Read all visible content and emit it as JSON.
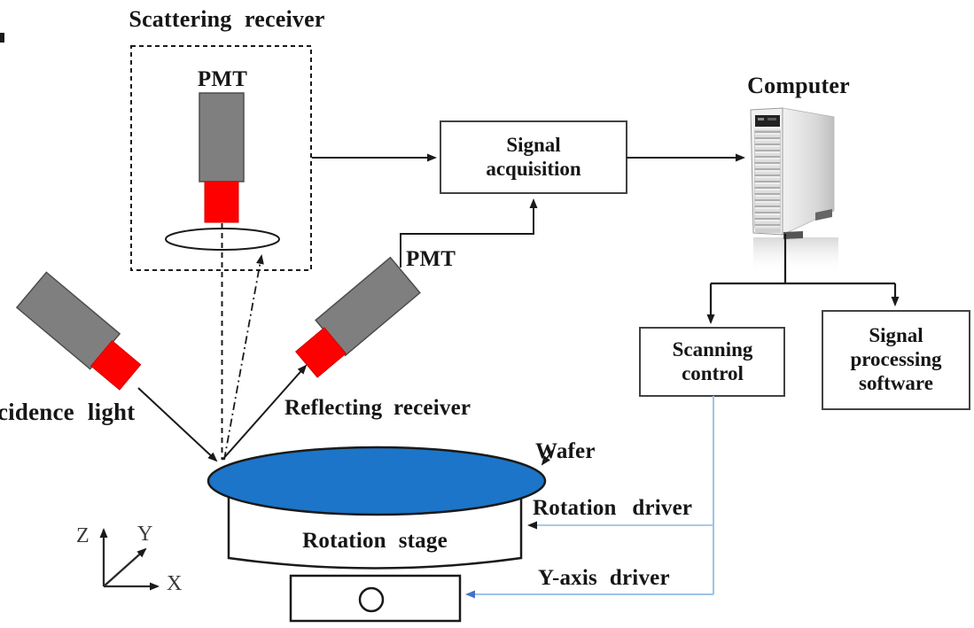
{
  "labels": {
    "scattering_receiver": "Scattering receiver",
    "pmt_scattering": "PMT",
    "pmt_reflecting": "PMT",
    "computer": "Computer",
    "incidence_light": "cidence light",
    "reflecting_receiver": "Reflecting receiver",
    "wafer": "Wafer",
    "rotation_stage": "Rotation stage",
    "rotation_driver": "Rotation driver",
    "y_axis_driver": "Y-axis driver"
  },
  "boxes": {
    "signal_acquisition": "Signal acquisition",
    "scanning_control": "Scanning control",
    "signal_processing_software": "Signal processing software"
  },
  "axes": {
    "x": "X",
    "y": "Y",
    "z": "Z"
  },
  "colors": {
    "wafer_blue": "#1c75c8",
    "device_gray": "#7f7f7f",
    "laser_red": "#fe0000",
    "control_line_blue": "#9dc3e6",
    "arrow_blue": "#4472c4",
    "line_black": "#1a1a1a"
  }
}
